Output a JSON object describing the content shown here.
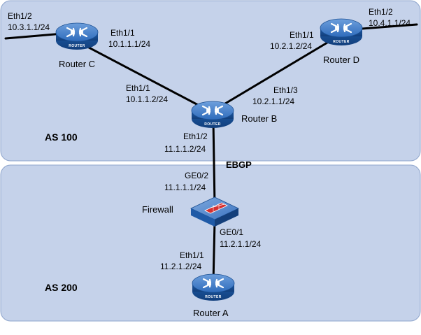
{
  "areas": {
    "as100": {
      "label": "AS 100"
    },
    "as200": {
      "label": "AS 200"
    }
  },
  "link_label": "EBGP",
  "nodes": {
    "router_c": {
      "name": "Router C",
      "cap": "ROUTER"
    },
    "router_d": {
      "name": "Router D",
      "cap": "ROUTER"
    },
    "router_b": {
      "name": "Router B",
      "cap": "ROUTER"
    },
    "router_a": {
      "name": "Router A",
      "cap": "ROUTER"
    },
    "firewall": {
      "name": "Firewall"
    }
  },
  "interfaces": {
    "c_eth12": {
      "name": "Eth1/2",
      "ip": "10.3.1.1/24"
    },
    "c_eth11": {
      "name": "Eth1/1",
      "ip": "10.1.1.1/24"
    },
    "d_eth11": {
      "name": "Eth1/1",
      "ip": "10.2.1.2/24"
    },
    "d_eth12": {
      "name": "Eth1/2",
      "ip": "10.4.1.1/24"
    },
    "b_eth11": {
      "name": "Eth1/1",
      "ip": "10.1.1.2/24"
    },
    "b_eth13": {
      "name": "Eth1/3",
      "ip": "10.2.1.1/24"
    },
    "b_eth12": {
      "name": "Eth1/2",
      "ip": "11.1.1.2/24"
    },
    "fw_ge02": {
      "name": "GE0/2",
      "ip": "11.1.1.1/24"
    },
    "fw_ge01": {
      "name": "GE0/1",
      "ip": "11.2.1.1/24"
    },
    "a_eth11": {
      "name": "Eth1/1",
      "ip": "11.2.1.2/24"
    }
  },
  "colors": {
    "area_fill": "#c5d2ea",
    "area_stroke": "#8ea5cc",
    "router_body": "#1e5aa8",
    "router_top": "#4f8ad0",
    "firewall_red": "#d43030"
  }
}
